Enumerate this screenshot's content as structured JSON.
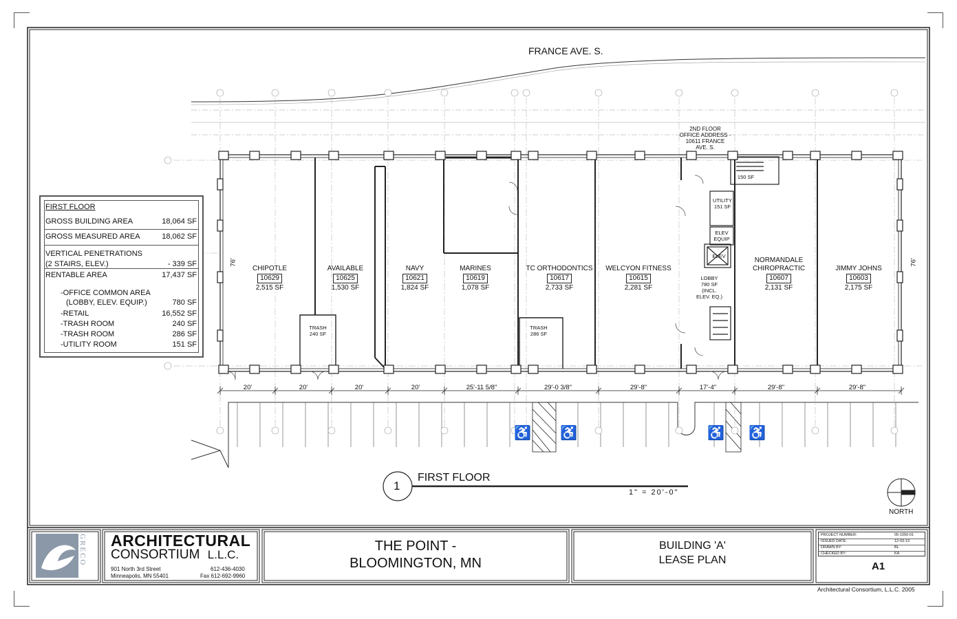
{
  "street": "FRANCE AVE. S.",
  "office_address": [
    "2ND FLOOR",
    "OFFICE ADDRESS -",
    "10611 FRANCE",
    "AVE. S."
  ],
  "legend": {
    "title": "FIRST FLOOR",
    "rows": [
      {
        "label": "GROSS BUILDING AREA",
        "value": "18,064 SF"
      },
      {
        "label": "GROSS MEASURED AREA",
        "value": "18,062 SF"
      },
      {
        "label": "VERTICAL PENETRATIONS",
        "value": ""
      },
      {
        "label": "(2 STAIRS, ELEV.)",
        "value": "- 339 SF"
      },
      {
        "label": "RENTABLE AREA",
        "value": "17,437 SF"
      },
      {
        "label": "-OFFICE COMMON AREA",
        "value": ""
      },
      {
        "label": "(LOBBY, ELEV. EQUIP.)",
        "value": "780 SF"
      },
      {
        "label": "-RETAIL",
        "value": "16,552 SF"
      },
      {
        "label": "-TRASH ROOM",
        "value": "240 SF"
      },
      {
        "label": "-TRASH ROOM",
        "value": "286 SF"
      },
      {
        "label": "-UTILITY ROOM",
        "value": "151 SF"
      }
    ]
  },
  "units": [
    {
      "name": "CHIPOTLE",
      "number": "10629",
      "area": "2,515 SF"
    },
    {
      "name": "AVAILABLE",
      "number": "10625",
      "area": "1,530 SF"
    },
    {
      "name": "NAVY",
      "number": "10621",
      "area": "1,824 SF"
    },
    {
      "name": "MARINES",
      "number": "10619",
      "area": "1,078 SF"
    },
    {
      "name": "TC ORTHODONTICS",
      "number": "10617",
      "area": "2,733 SF"
    },
    {
      "name": "WELCYON FITNESS",
      "number": "10615",
      "area": "2,281 SF"
    },
    {
      "name": "NORMANDALE",
      "name2": "CHIROPRACTIC",
      "number": "10607",
      "area": "2,131 SF"
    },
    {
      "name": "JIMMY JOHNS",
      "number": "10603",
      "area": "2,175 SF"
    }
  ],
  "rooms": {
    "trash1": [
      "TRASH",
      "240 SF"
    ],
    "trash2": [
      "TRASH",
      "286 SF"
    ],
    "stair_top": "150 SF",
    "utility": [
      "UTILITY",
      "151 SF"
    ],
    "elev_equip": [
      "ELEV",
      "EQUIP"
    ],
    "elev": "ELEV",
    "lobby": [
      "LOBBY",
      "780 SF",
      "(INCL.",
      "ELEV. EQ.)"
    ]
  },
  "building_depth": "76'",
  "dimensions": [
    "20'",
    "20'",
    "20'",
    "20'",
    "25'-11 5/8\"",
    "29'-0 3/8\"",
    "29'-8\"",
    "17'-4\"",
    "29'-8\"",
    "29'-8\""
  ],
  "plan_label": {
    "number": "1",
    "title": "FIRST FLOOR",
    "scale": "1\" = 20'-0\""
  },
  "north_label": "NORTH",
  "title_block": {
    "logo_text": "GRECO",
    "firm_line1": "ARCHITECTURAL",
    "firm_line2": "CONSORTIUM",
    "firm_suffix": "L.L.C.",
    "address1": "901 North 3rd Street",
    "address2": "Minneapolis, MN 55401",
    "phone": "612-436-4030",
    "fax": "Fax 612-692-9960",
    "project_line1": "THE POINT -",
    "project_line2": "BLOOMINGTON, MN",
    "drawing_line1": "BUILDING 'A'",
    "drawing_line2": "LEASE PLAN",
    "meta": [
      {
        "label": "PROJECT NUMBER:",
        "value": "05-1050-01"
      },
      {
        "label": "ISSUED DATE:",
        "value": "12-03-13"
      },
      {
        "label": "DRAWN BY:",
        "value": "BL"
      },
      {
        "label": "CHECKED BY:",
        "value": "KA"
      }
    ],
    "sheet_number": "A1"
  },
  "copyright": "Architectural Consortium, L.L.C. 2005",
  "colors": {
    "line": "#222222",
    "grid": "#999999",
    "logo_bg": "#8a98a8"
  }
}
